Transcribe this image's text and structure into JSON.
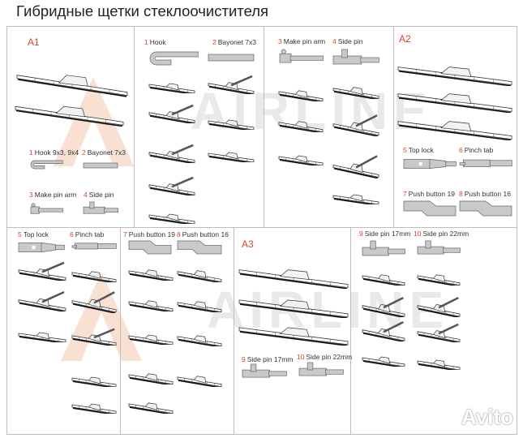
{
  "title": "Гибридные щетки стеклоочистителя",
  "watermark": "AIRLINE",
  "avito_watermark": "Avito",
  "accent_color": "#d2452b",
  "panels": {
    "a1": {
      "heading": "A1",
      "labels": [
        {
          "num": "1",
          "text": "Hook 9x3, 9x4"
        },
        {
          "num": "2",
          "text": "Bayonet 7x3"
        },
        {
          "num": "3",
          "text": "Make pin arm"
        },
        {
          "num": "4",
          "text": "Side pin"
        }
      ]
    },
    "hook_bayonet": {
      "labels": [
        {
          "num": "1",
          "text": "Hook"
        },
        {
          "num": "2",
          "text": "Bayonet 7x3"
        }
      ]
    },
    "pin": {
      "labels": [
        {
          "num": "3",
          "text": "Make pin arm"
        },
        {
          "num": "4",
          "text": "Side pin"
        }
      ]
    },
    "a2": {
      "heading": "A2",
      "labels": [
        {
          "num": "5",
          "text": "Top lock"
        },
        {
          "num": "6",
          "text": "Pinch tab"
        },
        {
          "num": "7",
          "text": "Push button 19"
        },
        {
          "num": "8",
          "text": "Push button 16"
        }
      ]
    },
    "toplock_pinch": {
      "labels": [
        {
          "num": "5",
          "text": "Top lock"
        },
        {
          "num": "6",
          "text": "Pinch tab"
        }
      ]
    },
    "pushbutton": {
      "labels": [
        {
          "num": "7",
          "text": "Push button 19"
        },
        {
          "num": "8",
          "text": "Push button 16"
        }
      ]
    },
    "a3": {
      "heading": "A3",
      "labels": [
        {
          "num": "9",
          "text": "Side pin 17mm"
        },
        {
          "num": "10",
          "text": "Side pin 22mm"
        }
      ]
    },
    "sidepin": {
      "labels": [
        {
          "num": "9",
          "text": "Side pin 17mm"
        },
        {
          "num": "10",
          "text": "Side pin 22mm"
        }
      ]
    }
  }
}
